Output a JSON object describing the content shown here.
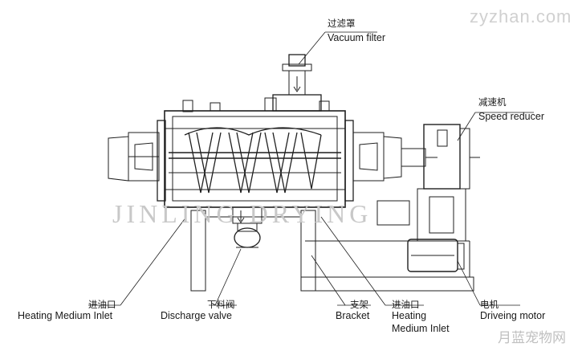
{
  "labels": {
    "vacuum_filter": {
      "cn": "过滤罩",
      "en": "Vacuum filter"
    },
    "speed_reducer": {
      "cn": "减速机",
      "en": "Speed reducer"
    },
    "heating_left": {
      "cn": "进油口",
      "en": "Heating Medium Inlet"
    },
    "discharge_valve": {
      "cn": "下料阀",
      "en": "Discharge valve"
    },
    "bracket": {
      "cn": "支架",
      "en": "Bracket"
    },
    "heating_right": {
      "cn": "进油口",
      "en": "Heating",
      "en2": "Medium Inlet"
    },
    "motor": {
      "cn": "电机",
      "en": "Driveing motor"
    }
  },
  "watermarks": {
    "top_right": "zyzhan.com",
    "center": "JINLING DRYING",
    "bottom_right": "月蓝宠物网"
  },
  "colors": {
    "line": "#1f1f1f",
    "hatch": "#555555",
    "watermark": "#d0d0d0"
  }
}
